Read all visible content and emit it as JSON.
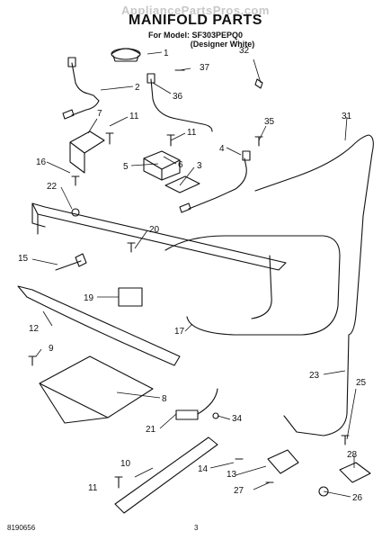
{
  "watermark": "AppliancePartsPros.com",
  "title": "MANIFOLD PARTS",
  "model_line": "For Model: SF303PEPQ0",
  "variant_line": "(Designer White)",
  "footer": {
    "part_number": "8190656",
    "page": "3"
  },
  "callouts": [
    "1",
    "2",
    "3",
    "4",
    "5",
    "6",
    "7",
    "8",
    "9",
    "10",
    "11",
    "11",
    "11",
    "12",
    "13",
    "14",
    "15",
    "16",
    "17",
    "19",
    "20",
    "21",
    "22",
    "23",
    "25",
    "26",
    "27",
    "28",
    "31",
    "32",
    "34",
    "35",
    "36",
    "37"
  ]
}
